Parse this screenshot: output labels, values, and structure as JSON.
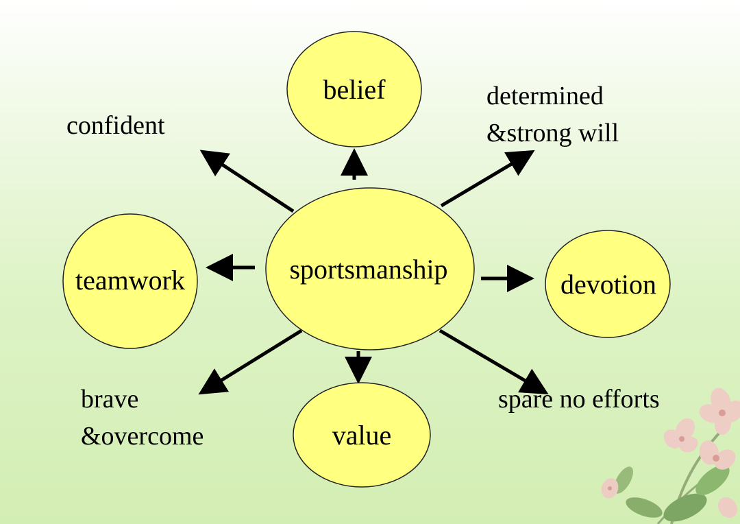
{
  "colors": {
    "node_fill": "#ffff80",
    "node_stroke": "#222222",
    "arrow": "#000000"
  },
  "center": {
    "label": "sportsmanship"
  },
  "nodes": {
    "belief": "belief",
    "teamwork": "teamwork",
    "devotion": "devotion",
    "value": "value"
  },
  "labels": {
    "confident": "confident",
    "determined_line1": "determined",
    "determined_line2": "&strong will",
    "brave_line1": "brave",
    "brave_line2": "&overcome",
    "spare": "spare no efforts"
  },
  "decoration": {
    "corner_image": "flower-decoration-icon"
  }
}
